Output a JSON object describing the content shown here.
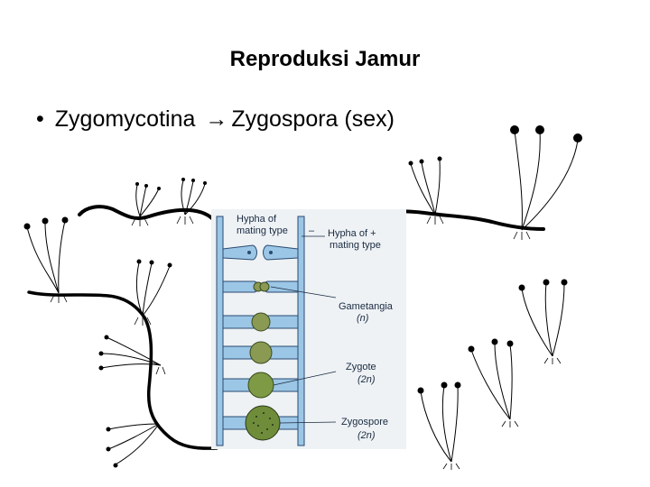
{
  "slide": {
    "title": "Reproduksi Jamur",
    "bullet": {
      "marker": "•",
      "left_text": "Zygomycotina",
      "arrow": "→",
      "right_text": "Zygospora (sex)"
    }
  },
  "figure": {
    "labels": {
      "hypha_minus_1": "Hypha of",
      "hypha_minus_2": "mating type",
      "minus_sign": "–",
      "hypha_plus_1": "Hypha of +",
      "hypha_plus_2": "mating type",
      "gametangia": "Gametangia",
      "gametangia_ploidy": "(n)",
      "zygote": "Zygote",
      "zygote_ploidy": "(2n)",
      "zygospore": "Zygospore",
      "zygospore_ploidy": "(2n)"
    },
    "stages": [
      "hyphae approach",
      "gametangia",
      "fusion",
      "zygote",
      "zygote",
      "zygospore"
    ],
    "colors": {
      "hypha_fill": "#9cc6e6",
      "hypha_stroke": "#2a4a70",
      "nucleus_fill": "#8a9a52",
      "panel_bg": "#eef2f5"
    }
  }
}
